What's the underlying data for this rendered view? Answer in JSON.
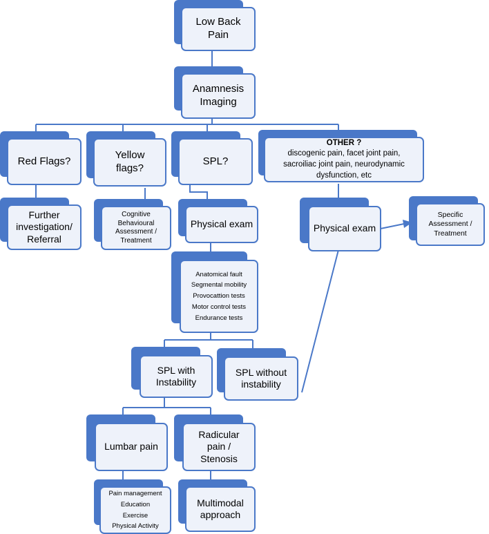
{
  "nodes": {
    "low_back_pain": [
      "Low Back",
      "Pain"
    ],
    "anamnesis": [
      "Anamnesis",
      "Imaging"
    ],
    "red_flags": [
      "Red Flags?"
    ],
    "yellow_flags": [
      "Yellow",
      "flags?"
    ],
    "spl": [
      "SPL?"
    ],
    "other_title": "OTHER ?",
    "other_body": [
      "discogenic pain, facet joint pain,",
      "sacroiliac joint pain,  neurodynamic",
      "dysfunction, etc"
    ],
    "further_investigation": [
      "Further",
      "investigation/",
      "Referral"
    ],
    "cognitive": [
      "Cognitive",
      "Behavioural",
      "Assessment /",
      "Treatment"
    ],
    "physical_exam_spl": [
      "Physical exam"
    ],
    "physical_exam_other": [
      "Physical exam"
    ],
    "specific_assessment": [
      "Specific",
      "Assessment /",
      "Treatment"
    ],
    "tests": [
      "Anatomical fault",
      "Segmental mobility",
      "Provocattion tests",
      "Motor control tests",
      "Endurance  tests"
    ],
    "spl_with_instability": [
      "SPL with",
      "Instability"
    ],
    "spl_without_instability": [
      "SPL without",
      "instability"
    ],
    "lumbar_pain": [
      "Lumbar pain"
    ],
    "radicular_pain": [
      "Radicular",
      "pain /",
      "Stenosis"
    ],
    "pain_management": [
      "Pain management",
      "Education",
      "Exercise",
      "Physical Activity"
    ],
    "multimodal": [
      "Multimodal",
      "approach"
    ]
  },
  "colors": {
    "accent": "#4a78c8",
    "box_fill": "#eef2fa"
  }
}
